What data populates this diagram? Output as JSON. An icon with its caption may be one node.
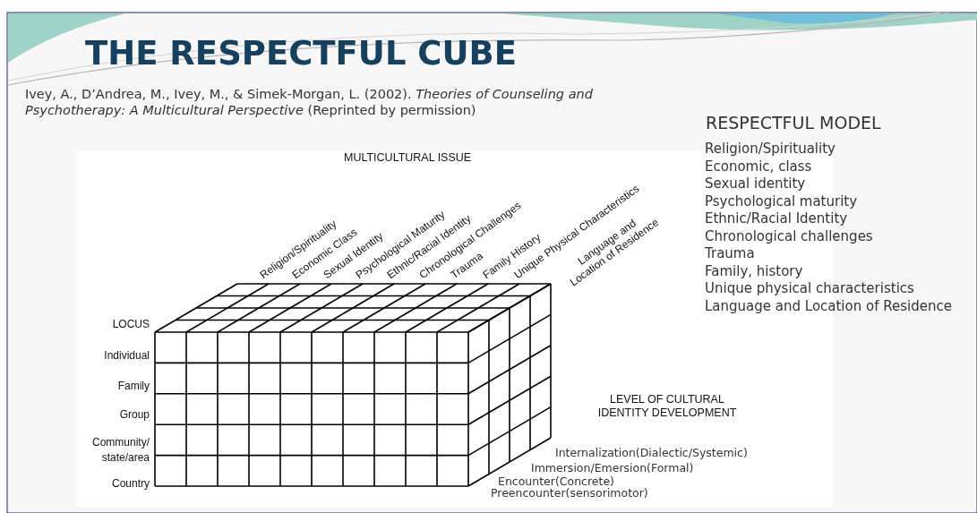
{
  "diagram": {
    "title": "THE RESPECTFUL CUBE",
    "labels": [
      "Ivey, A., D’Andrea, M., Ivey, M., & Simek-Morgan, L. (2002). *Theories of Counseling and Psychotherapy: A Multicultural Perspective*  (Reprinted by permission)",
      "MULTICULTURAL ISSUE",
      "Religion/Spirituality",
      "Economic Class",
      "Sexual Identity",
      "Psychological Maturity",
      "Ethnic/Racial Identity",
      "Chronological Challenges",
      "Trauma",
      "Family History",
      "Unique Physical Characteristics",
      "Language and Location of Residence",
      "RESPECTFUL MODEL",
      "Religion/Spirituality",
      "Economic, class",
      "Sexual identity",
      "Psychological maturity",
      "Ethnic/Racial Identity",
      "Chronological challenges",
      "Trauma",
      "Family, history",
      "Unique physical characteristics",
      "Language and Location of Residence",
      "LOCUS",
      "Individual",
      "Family",
      "Group",
      "Community/ state/area",
      "Country",
      "LEVEL OF CULTURAL IDENTITY DEVELOPMENT",
      "Internalization(Dialectic/Systemic)",
      "Immersion/Emersion(Formal)",
      "Encounter(Concrete)",
      "Preencounter(sensorimotor)"
    ]
  }
}
